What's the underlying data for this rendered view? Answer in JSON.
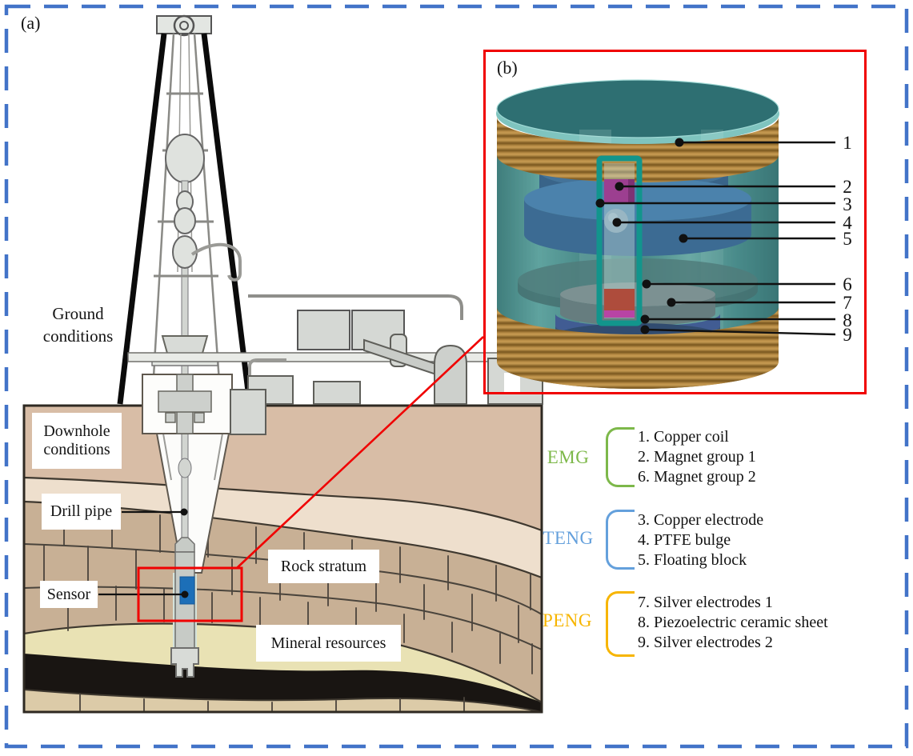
{
  "figure": {
    "panel_a_label": "(a)",
    "panel_b_label": "(b)"
  },
  "panel_a": {
    "labels": {
      "ground_conditions": "Ground conditions",
      "downhole_conditions": "Downhole conditions",
      "drill_pipe": "Drill pipe",
      "sensor": "Sensor",
      "rock_stratum": "Rock stratum",
      "mineral_resources": "Mineral resources"
    }
  },
  "panel_b": {
    "part_numbers": [
      "1",
      "2",
      "3",
      "4",
      "5",
      "6",
      "7",
      "8",
      "9"
    ]
  },
  "legend": {
    "groups": [
      {
        "name": "EMG",
        "color": "#7db84a",
        "items": [
          "1. Copper coil",
          "2. Magnet group 1",
          "6. Magnet group 2"
        ]
      },
      {
        "name": "TENG",
        "color": "#64a0dc",
        "items": [
          "3. Copper electrode",
          "4. PTFE bulge",
          "5. Floating block"
        ]
      },
      {
        "name": "PENG",
        "color": "#f7b500",
        "items": [
          "7. Silver electrodes 1",
          "8. Piezoelectric ceramic sheet",
          "9. Silver electrodes 2"
        ]
      }
    ]
  },
  "colors": {
    "dashed_border": "#4273c8",
    "highlight_red": "#f00000",
    "sensor_blue": "#1c6fb8"
  }
}
